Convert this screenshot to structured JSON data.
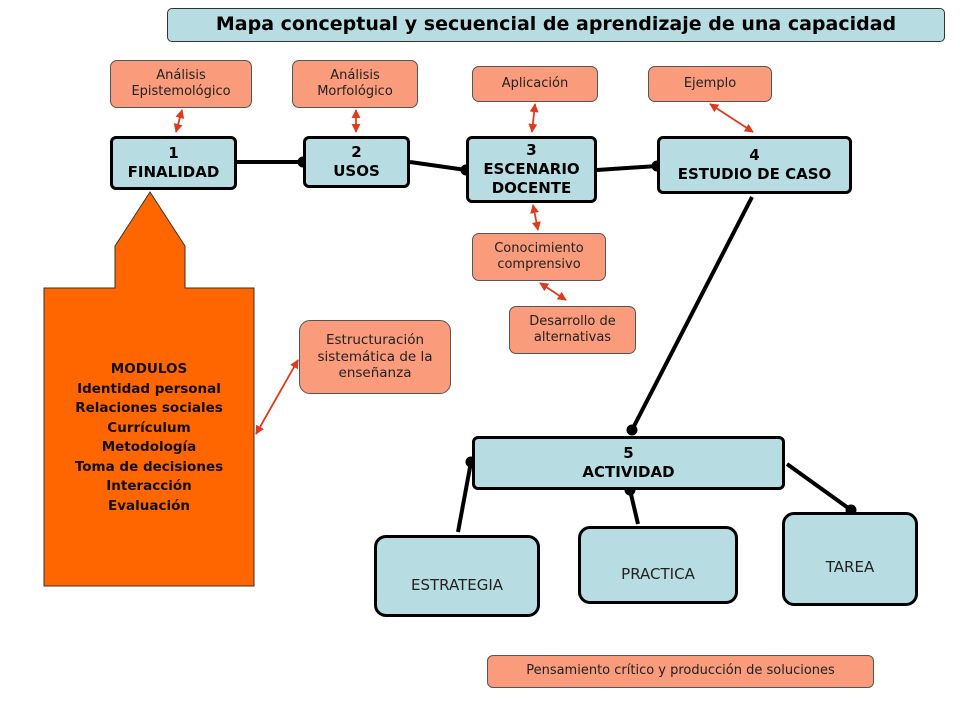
{
  "title": "Mapa conceptual y secuencial de aprendizaje de una capacidad",
  "top_notes": {
    "analisis_epistemologico": "Análisis\nEpistemológico",
    "analisis_morfologico": "Análisis\nMorfológico",
    "aplicacion": "Aplicación",
    "ejemplo": "Ejemplo"
  },
  "stages": {
    "finalidad": "1\nFINALIDAD",
    "usos": "2\nUSOS",
    "escenario": "3\nESCENARIO\nDOCENTE",
    "estudio": "4\nESTUDIO DE CASO",
    "actividad": "5\nACTIVIDAD"
  },
  "side_notes": {
    "conocimiento": "Conocimiento\ncomprensivo",
    "desarrollo": "Desarrollo de\nalternativas",
    "estructuracion": "Estructuración\nsistemática de la\nenseñanza",
    "pensamiento": "Pensamiento crítico y producción de soluciones"
  },
  "modulos": {
    "heading": "MODULOS",
    "items": [
      "Identidad personal",
      "Relaciones sociales",
      "Currículum",
      "Metodología",
      "Toma de decisiones",
      "Interacción",
      "Evaluación"
    ]
  },
  "activity_types": {
    "estrategia": "ESTRATEGIA",
    "practica": "PRACTICA",
    "tarea": "TAREA"
  },
  "colors": {
    "light_blue": "#b7dde2",
    "salmon": "#fa9b7c",
    "orange": "#ff6600",
    "red_connector": "#e03a1e"
  }
}
